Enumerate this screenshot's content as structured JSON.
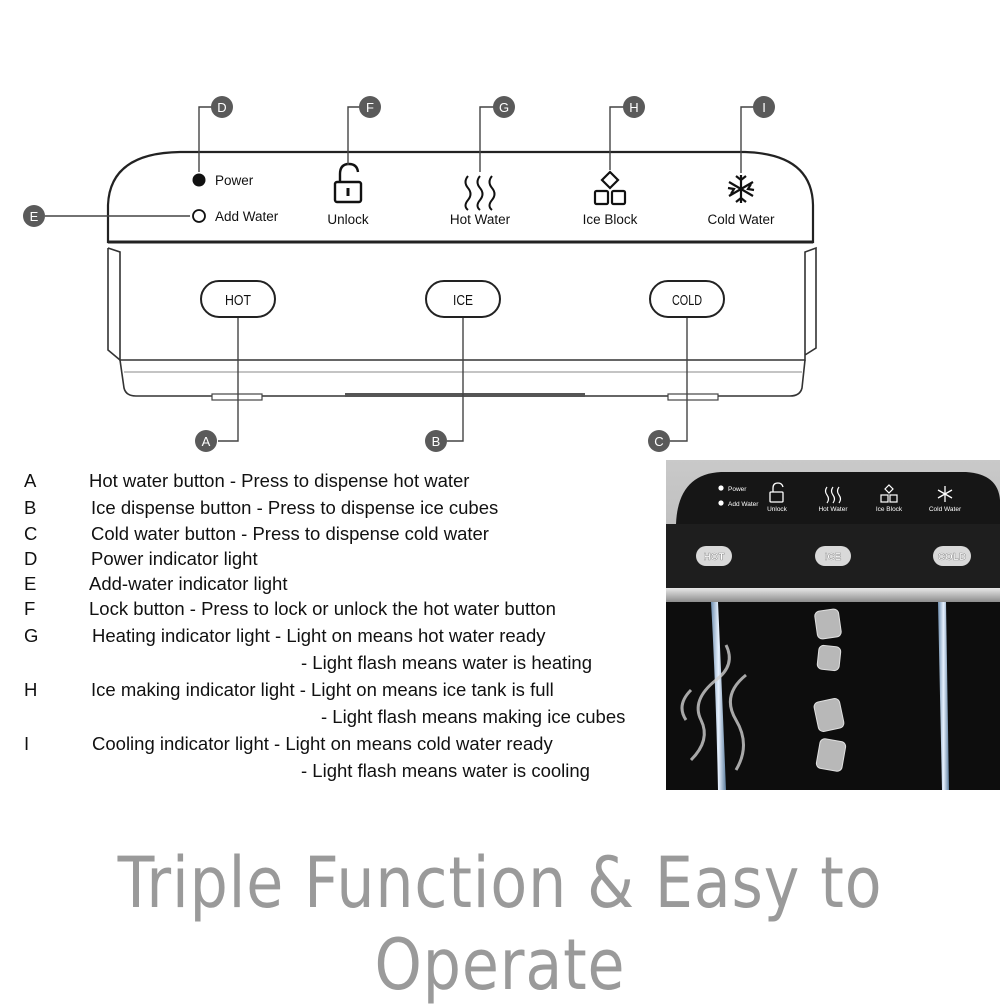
{
  "panel": {
    "power_label": "Power",
    "add_water_label": "Add Water",
    "unlock_label": "Unlock",
    "hot_water_label": "Hot Water",
    "ice_block_label": "Ice Block",
    "cold_water_label": "Cold Water",
    "hot_button": "HOT",
    "ice_button": "ICE",
    "cold_button": "COLD"
  },
  "callouts": {
    "a": "A",
    "b": "B",
    "c": "C",
    "d": "D",
    "e": "E",
    "f": "F",
    "g": "G",
    "h": "H",
    "i": "I"
  },
  "legend": [
    {
      "key": "A",
      "text": "Hot water button - Press to dispense hot water"
    },
    {
      "key": "B",
      "text": "Ice dispense button - Press to dispense ice cubes"
    },
    {
      "key": "C",
      "text": "Cold water button - Press to dispense cold water"
    },
    {
      "key": "D",
      "text": "Power indicator light"
    },
    {
      "key": "E",
      "text": "Add-water indicator light"
    },
    {
      "key": "F",
      "text": "Lock button - Press to lock or unlock the hot water button"
    },
    {
      "key": "G",
      "text": "Heating indicator light - Light on means hot water ready",
      "text2": "- Light flash means water is heating"
    },
    {
      "key": "H",
      "text": "Ice making indicator light - Light on means ice tank is full",
      "text2": "- Light flash means making ice cubes"
    },
    {
      "key": "I",
      "text": "Cooling indicator light - Light on means cold water ready",
      "text2": "- Light flash means water is cooling"
    }
  ],
  "photo": {
    "power_label": "Power",
    "add_water_label": "Add Water",
    "unlock_label": "Unlock",
    "hot_water_label": "Hot Water",
    "ice_block_label": "Ice Block",
    "cold_water_label": "Cold Water",
    "hot_button": "HOT",
    "ice_button": "ICE",
    "cold_button": "COLD"
  },
  "tagline": "Triple Function & Easy to Operate",
  "colors": {
    "callout_circle": "#5a5a5a",
    "outline": "#222222",
    "tagline": "#9a9a9a",
    "photo_panel": "#1a1a1a"
  }
}
